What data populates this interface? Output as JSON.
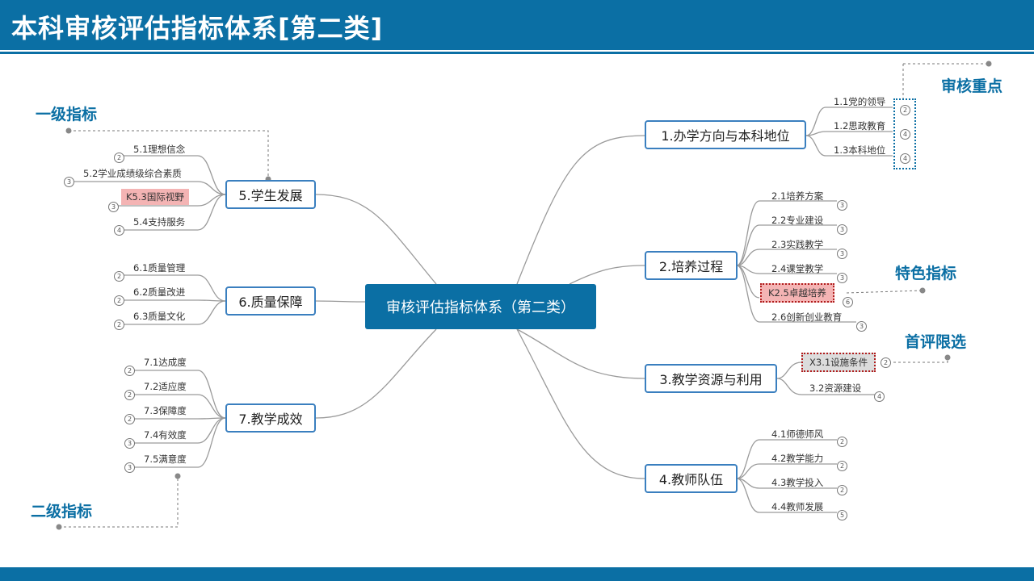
{
  "title": "本科审核评估指标体系[第二类]",
  "root": "审核评估指标体系（第二类）",
  "annotations": {
    "level1": "一级指标",
    "level2": "二级指标",
    "key_points": "审核重点",
    "special": "特色指标",
    "first_eval": "首评限选"
  },
  "level1": {
    "n1": "1.办学方向与本科地位",
    "n2": "2.培养过程",
    "n3": "3.教学资源与利用",
    "n4": "4.教师队伍",
    "n5": "5.学生发展",
    "n6": "6.质量保障",
    "n7": "7.教学成效"
  },
  "level2": {
    "s11": "1.1党的领导",
    "b11": "2",
    "s12": "1.2思政教育",
    "b12": "4",
    "s13": "1.3本科地位",
    "b13": "4",
    "s21": "2.1培养方案",
    "b21": "3",
    "s22": "2.2专业建设",
    "b22": "3",
    "s23": "2.3实践教学",
    "b23": "3",
    "s24": "2.4课堂教学",
    "b24": "3",
    "s25": "K2.5卓越培养",
    "b25": "6",
    "s26": "2.6创新创业教育",
    "b26": "3",
    "s31": "X3.1设施条件",
    "b31": "2",
    "s32": "3.2资源建设",
    "b32": "4",
    "s41": "4.1师德师风",
    "b41": "2",
    "s42": "4.2教学能力",
    "b42": "2",
    "s43": "4.3教学投入",
    "b43": "2",
    "s44": "4.4教师发展",
    "b44": "5",
    "s51": "5.1理想信念",
    "b51": "2",
    "s52": "5.2学业成绩级综合素质",
    "b52": "3",
    "s53": "K5.3国际视野",
    "b53": "3",
    "s54": "5.4支持服务",
    "b54": "4",
    "s61": "6.1质量管理",
    "b61": "2",
    "s62": "6.2质量改进",
    "b62": "2",
    "s63": "6.3质量文化",
    "b63": "2",
    "s71": "7.1达成度",
    "b71": "2",
    "s72": "7.2适应度",
    "b72": "2",
    "s73": "7.3保障度",
    "b73": "2",
    "s74": "7.4有效度",
    "b74": "3",
    "s75": "7.5满意度",
    "b75": "3"
  }
}
